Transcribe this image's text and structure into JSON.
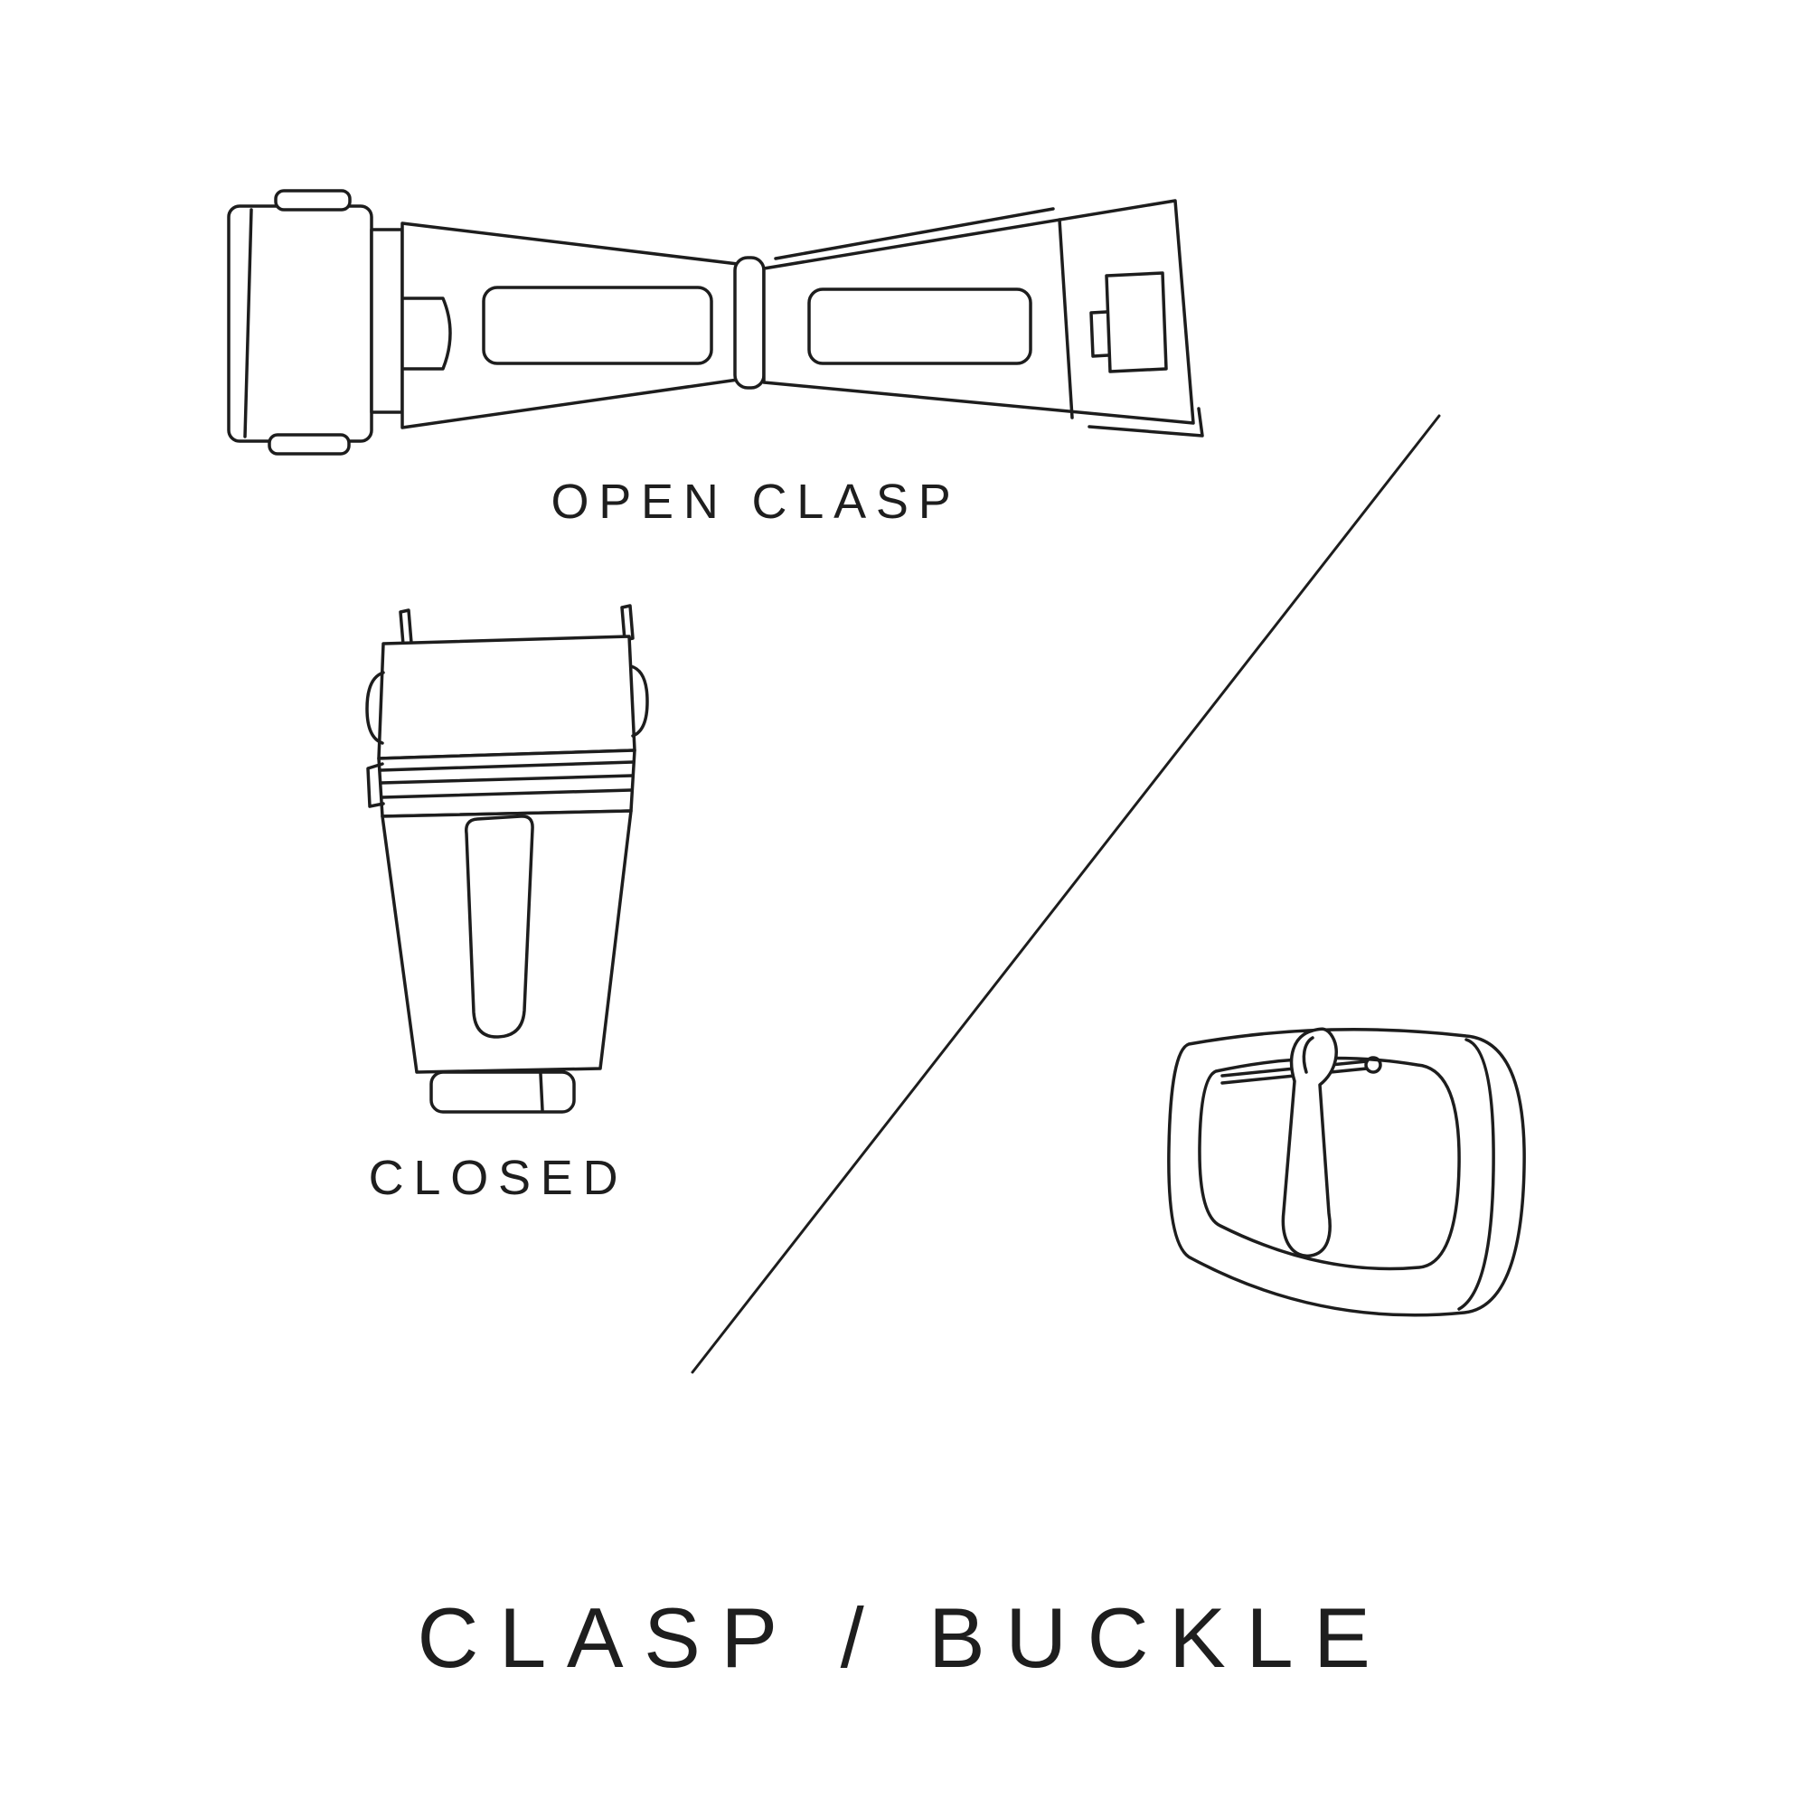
{
  "canvas": {
    "background": "#ffffff",
    "line_color": "#1d1d1d"
  },
  "labels": {
    "open_clasp": "OPEN CLASP",
    "closed": "CLOSED",
    "title": "CLASP / BUCKLE"
  },
  "illustrations": {
    "open": "open-clasp-illustration",
    "closed": "closed-clasp-illustration",
    "buckle": "buckle-illustration",
    "divider": "divider-line"
  }
}
